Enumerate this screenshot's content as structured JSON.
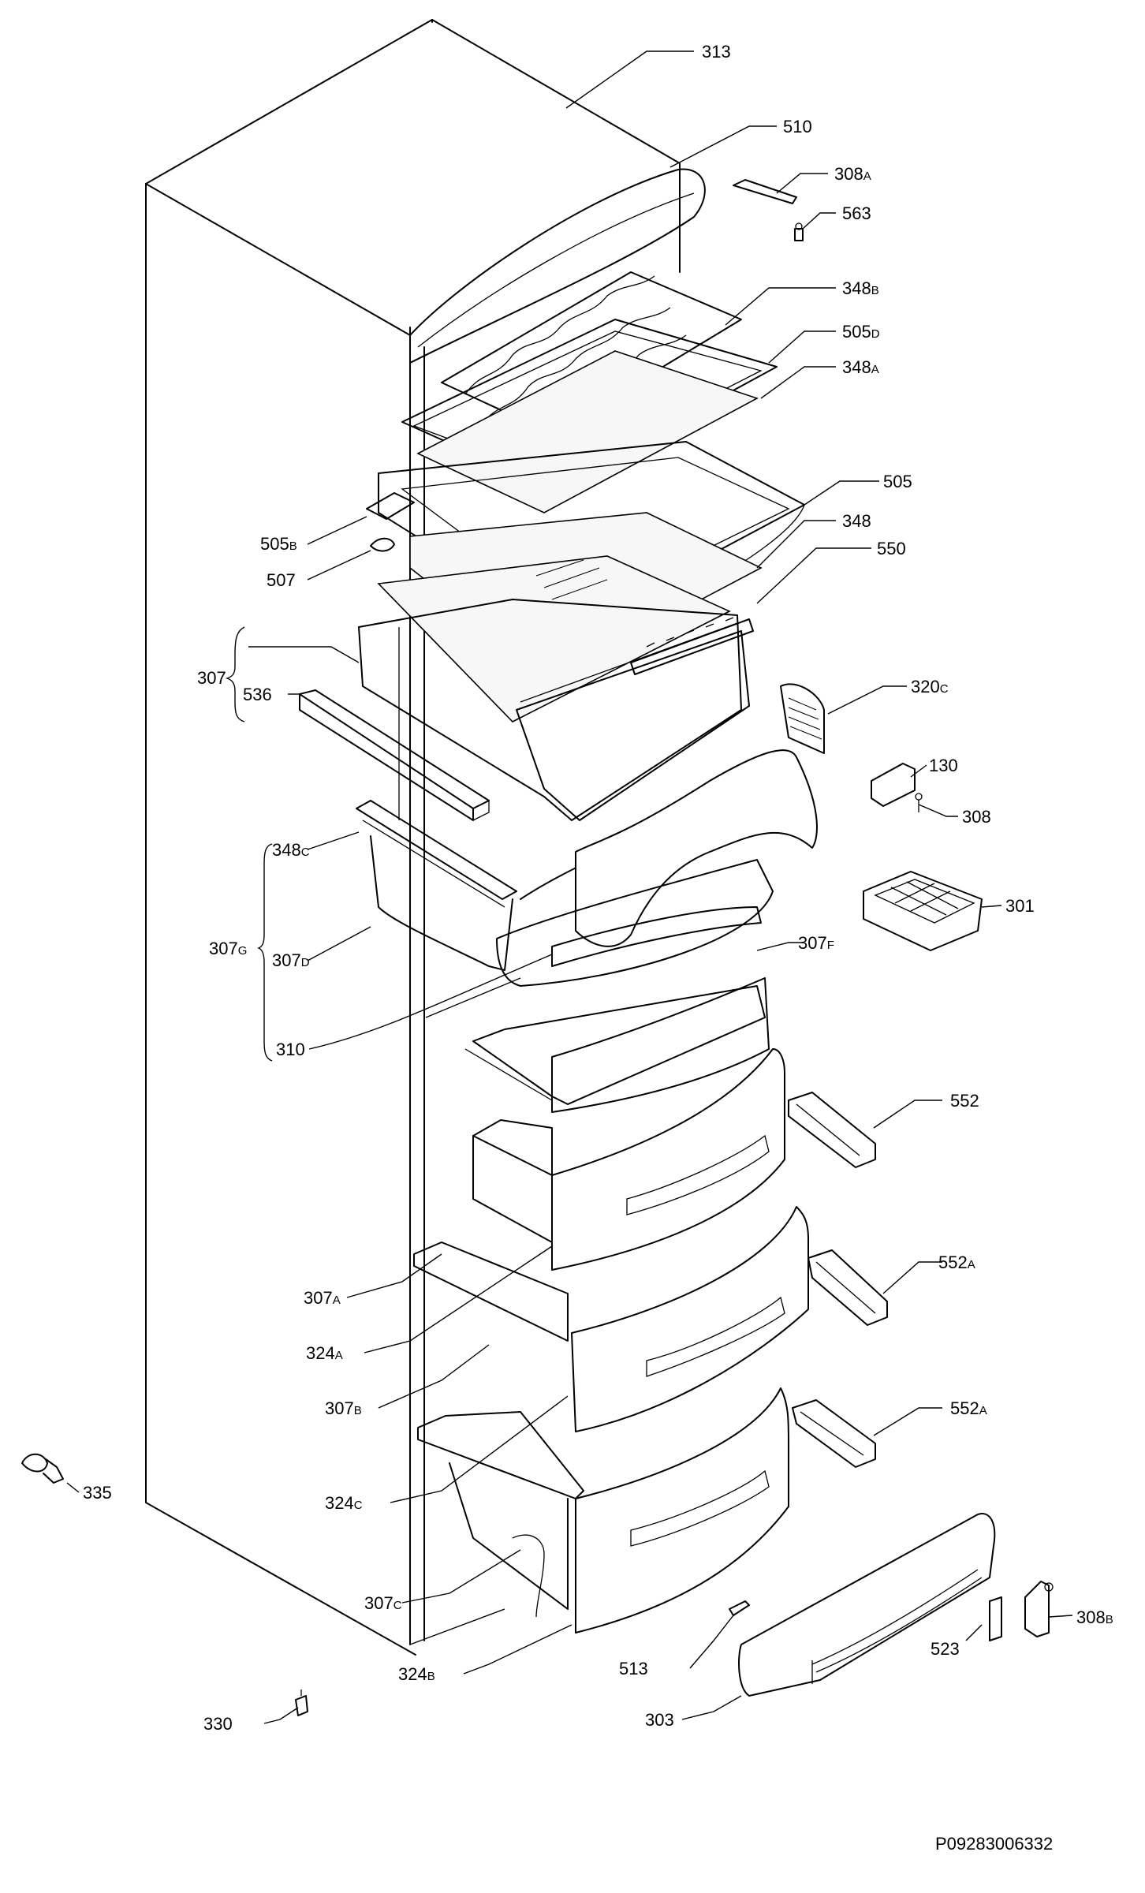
{
  "labels": [
    {
      "id": "313",
      "num": "313",
      "sub": ""
    },
    {
      "id": "510",
      "num": "510",
      "sub": ""
    },
    {
      "id": "308a",
      "num": "308",
      "sub": "A"
    },
    {
      "id": "563",
      "num": "563",
      "sub": ""
    },
    {
      "id": "348b",
      "num": "348",
      "sub": "B"
    },
    {
      "id": "505d",
      "num": "505",
      "sub": "D"
    },
    {
      "id": "348a",
      "num": "348",
      "sub": "A"
    },
    {
      "id": "505",
      "num": "505",
      "sub": ""
    },
    {
      "id": "505b",
      "num": "505",
      "sub": "B"
    },
    {
      "id": "348",
      "num": "348",
      "sub": ""
    },
    {
      "id": "507",
      "num": "507",
      "sub": ""
    },
    {
      "id": "550",
      "num": "550",
      "sub": ""
    },
    {
      "id": "307",
      "num": "307",
      "sub": ""
    },
    {
      "id": "536",
      "num": "536",
      "sub": ""
    },
    {
      "id": "320c",
      "num": "320",
      "sub": "C"
    },
    {
      "id": "130",
      "num": "130",
      "sub": ""
    },
    {
      "id": "308",
      "num": "308",
      "sub": ""
    },
    {
      "id": "348c",
      "num": "348",
      "sub": "C"
    },
    {
      "id": "301",
      "num": "301",
      "sub": ""
    },
    {
      "id": "307g",
      "num": "307",
      "sub": "G"
    },
    {
      "id": "307d",
      "num": "307",
      "sub": "D"
    },
    {
      "id": "307f",
      "num": "307",
      "sub": "F"
    },
    {
      "id": "310",
      "num": "310",
      "sub": ""
    },
    {
      "id": "552",
      "num": "552",
      "sub": ""
    },
    {
      "id": "307a",
      "num": "307",
      "sub": "A"
    },
    {
      "id": "552a_1",
      "num": "552",
      "sub": "A"
    },
    {
      "id": "324a",
      "num": "324",
      "sub": "A"
    },
    {
      "id": "307b",
      "num": "307",
      "sub": "B"
    },
    {
      "id": "552a_2",
      "num": "552",
      "sub": "A"
    },
    {
      "id": "335",
      "num": "335",
      "sub": ""
    },
    {
      "id": "324c",
      "num": "324",
      "sub": "C"
    },
    {
      "id": "307c",
      "num": "307",
      "sub": "C"
    },
    {
      "id": "308b",
      "num": "308",
      "sub": "B"
    },
    {
      "id": "523",
      "num": "523",
      "sub": ""
    },
    {
      "id": "324b",
      "num": "324",
      "sub": "B"
    },
    {
      "id": "513",
      "num": "513",
      "sub": ""
    },
    {
      "id": "330",
      "num": "330",
      "sub": ""
    },
    {
      "id": "303",
      "num": "303",
      "sub": ""
    }
  ],
  "doc_code": "P09283006332"
}
